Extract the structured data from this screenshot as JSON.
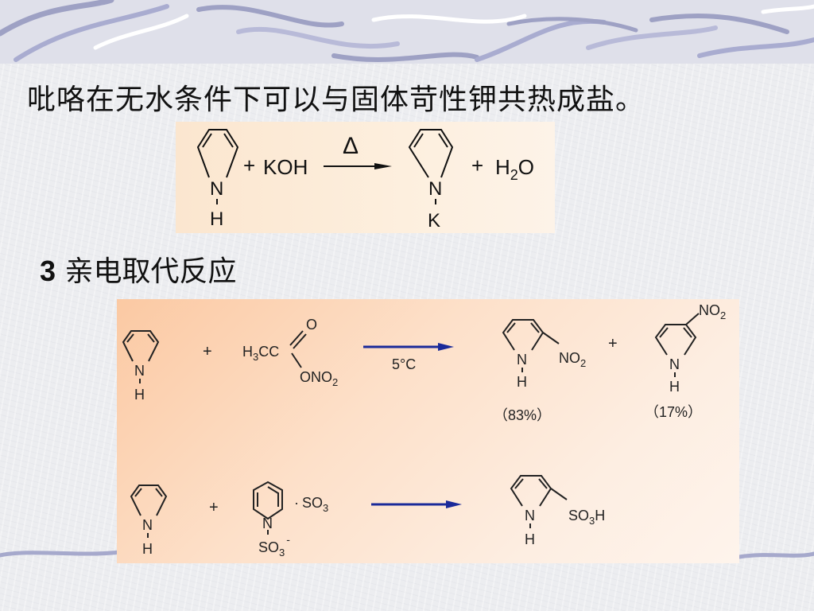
{
  "slide": {
    "title": "吡咯在无水条件下可以与固体苛性钾共热成盐。",
    "section_number": "3",
    "section_title": "亲电取代反应"
  },
  "reaction1": {
    "plus1": "+",
    "reagent": "KOH",
    "condition": "Δ",
    "plus2": "+",
    "water_h": "H",
    "water_sub": "2",
    "water_o": "O",
    "n_label": "N",
    "h_label": "H",
    "k_label": "K"
  },
  "reaction2": {
    "plus": "+",
    "reagent_h": "H",
    "reagent_sub3": "3",
    "reagent_cc": "CC",
    "reagent_o": "O",
    "reagent_ono": "ONO",
    "reagent_sub2": "2",
    "condition": "5°C",
    "plus_products": "+",
    "product1_no": "NO",
    "product1_sub": "2",
    "product1_yield": "（83%）",
    "product2_no": "NO",
    "product2_sub": "2",
    "product2_yield": "（17%）",
    "n_label": "N",
    "h_label": "H"
  },
  "reaction3": {
    "plus": "+",
    "so3_prefix": "·",
    "so3": "SO",
    "so3_sub": "3",
    "n_label": "N",
    "h_label": "H",
    "neg_so": "SO",
    "neg_sub": "3",
    "neg_charge": "-",
    "product_so": "SO",
    "product_sub": "3",
    "product_h": "H"
  }
}
